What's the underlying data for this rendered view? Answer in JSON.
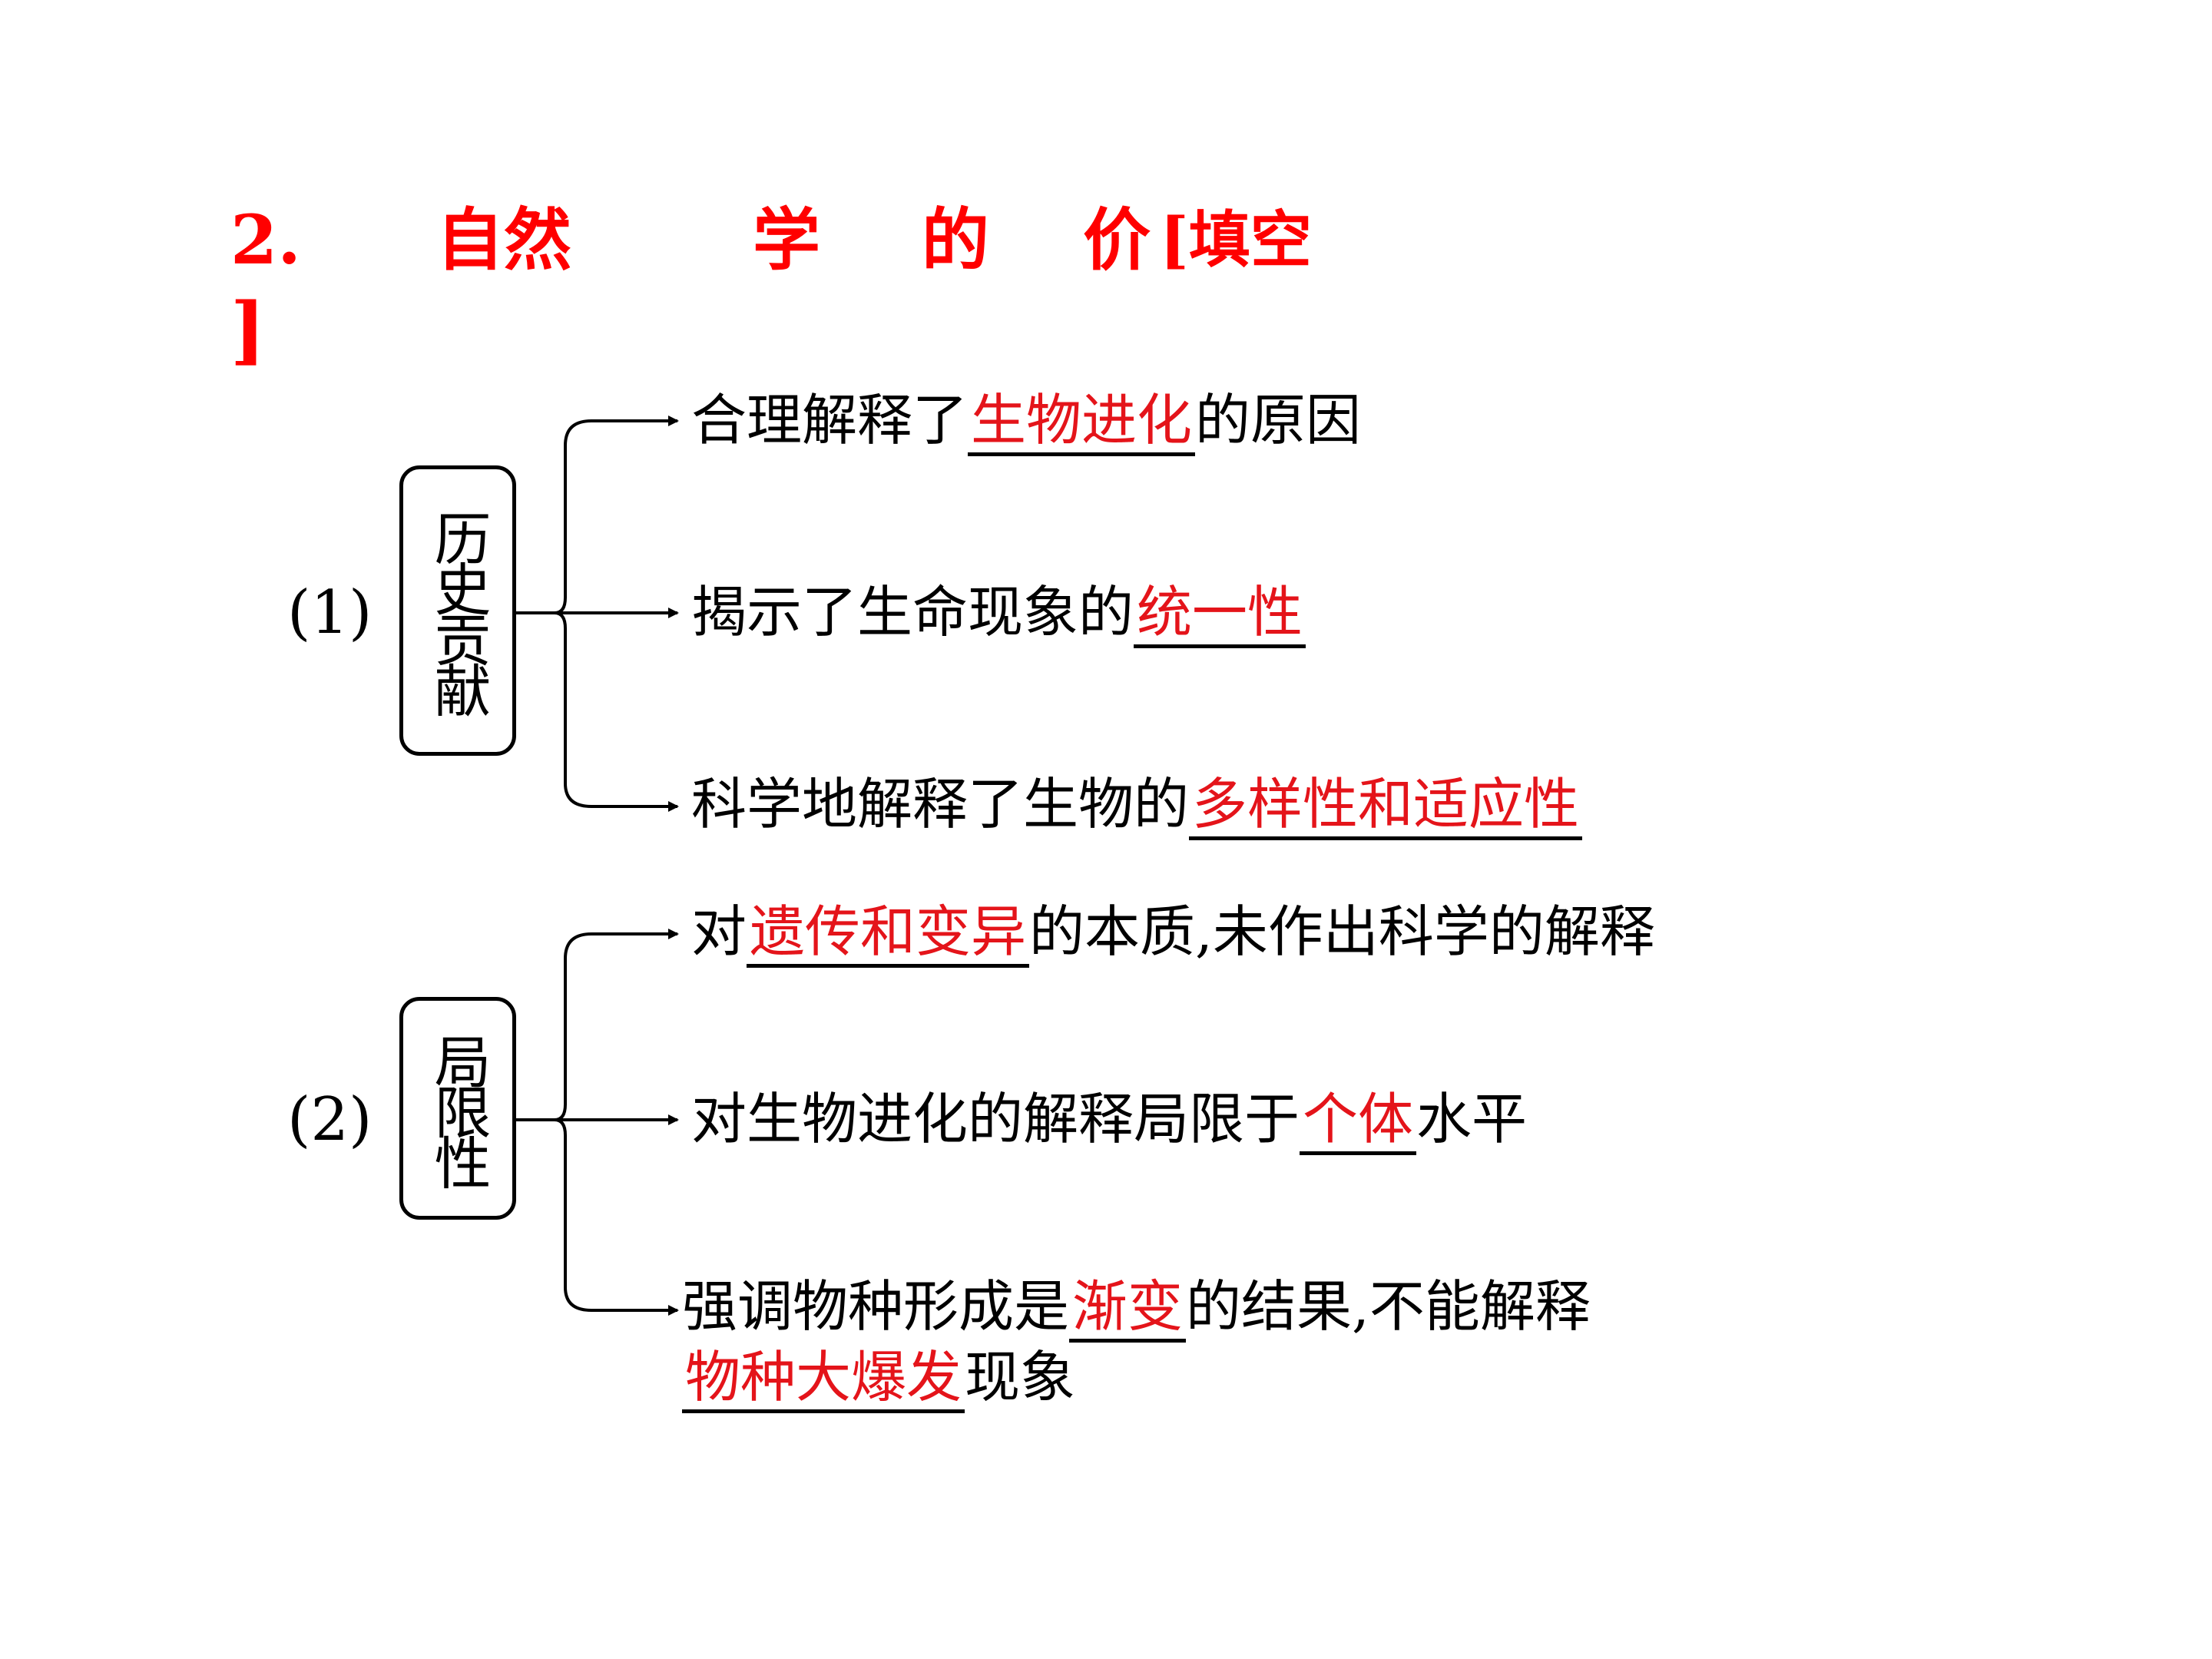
{
  "title": {
    "num": "2.",
    "w1": "自然",
    "w2": "学",
    "w3": "的",
    "w4": "价",
    "tag": "[填空",
    "close": "]"
  },
  "groups": [
    {
      "num": "(1)",
      "label": "历史贡献",
      "items": [
        {
          "pre": "合理解释了",
          "ans": "生物进化",
          "post": "的原因"
        },
        {
          "pre": "揭示了生命现象的",
          "ans": "统一性",
          "post": ""
        },
        {
          "pre": "科学地解释了生物的",
          "ans": "多样性和适应性",
          "post": ""
        }
      ]
    },
    {
      "num": "(2)",
      "label": "局限性",
      "items": [
        {
          "pre": "对",
          "ans": "遗传和变异",
          "post": "的本质,未作出科学的解释"
        },
        {
          "pre": "对生物进化的解释局限于",
          "ans": "个体",
          "post": "水平"
        },
        {
          "pre": "强调物种形成是",
          "ans": "渐变",
          "post": "的结果,不能解释",
          "ans2": "物种大爆发",
          "post2": "现象"
        }
      ]
    }
  ],
  "colors": {
    "answer": "#e4141a",
    "title": "#ff0000"
  }
}
